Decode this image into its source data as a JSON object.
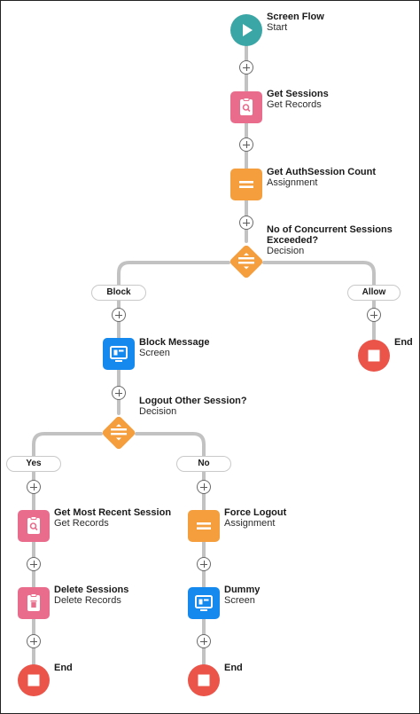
{
  "nodes": {
    "start": {
      "title": "Screen Flow",
      "subtitle": "Start",
      "icon": "play-icon",
      "color": "#3BA6A6"
    },
    "get_sessions": {
      "title": "Get Sessions",
      "subtitle": "Get Records",
      "icon": "search-record-icon",
      "color": "#E96C8D"
    },
    "get_authsession_count": {
      "title": "Get AuthSession Count",
      "subtitle": "Assignment",
      "icon": "equals-icon",
      "color": "#F49E3E"
    },
    "decision_concurrent": {
      "title_line1": "No of Concurrent Sessions",
      "title_line2": "Exceeded?",
      "subtitle": "Decision",
      "icon": "decision-icon",
      "color": "#F49E3E"
    },
    "block_message": {
      "title": "Block Message",
      "subtitle": "Screen",
      "icon": "screen-icon",
      "color": "#1589EE"
    },
    "end_allow": {
      "title": "End",
      "icon": "stop-icon",
      "color": "#EA5449"
    },
    "decision_logout": {
      "title": "Logout Other Session?",
      "subtitle": "Decision",
      "icon": "decision-icon",
      "color": "#F49E3E"
    },
    "get_most_recent": {
      "title": "Get Most Recent Session",
      "subtitle": "Get Records",
      "icon": "search-record-icon",
      "color": "#E96C8D"
    },
    "delete_sessions": {
      "title": "Delete Sessions",
      "subtitle": "Delete Records",
      "icon": "trash-record-icon",
      "color": "#E96C8D"
    },
    "end_yes": {
      "title": "End",
      "icon": "stop-icon",
      "color": "#EA5449"
    },
    "force_logout": {
      "title": "Force Logout",
      "subtitle": "Assignment",
      "icon": "equals-icon",
      "color": "#F49E3E"
    },
    "dummy": {
      "title": "Dummy",
      "subtitle": "Screen",
      "icon": "screen-icon",
      "color": "#1589EE"
    },
    "end_no": {
      "title": "End",
      "icon": "stop-icon",
      "color": "#EA5449"
    }
  },
  "branches": {
    "block": "Block",
    "allow": "Allow",
    "yes": "Yes",
    "no": "No"
  },
  "colors": {
    "connector": "#c2c2c2",
    "plus_border": "#6b6b6b"
  }
}
